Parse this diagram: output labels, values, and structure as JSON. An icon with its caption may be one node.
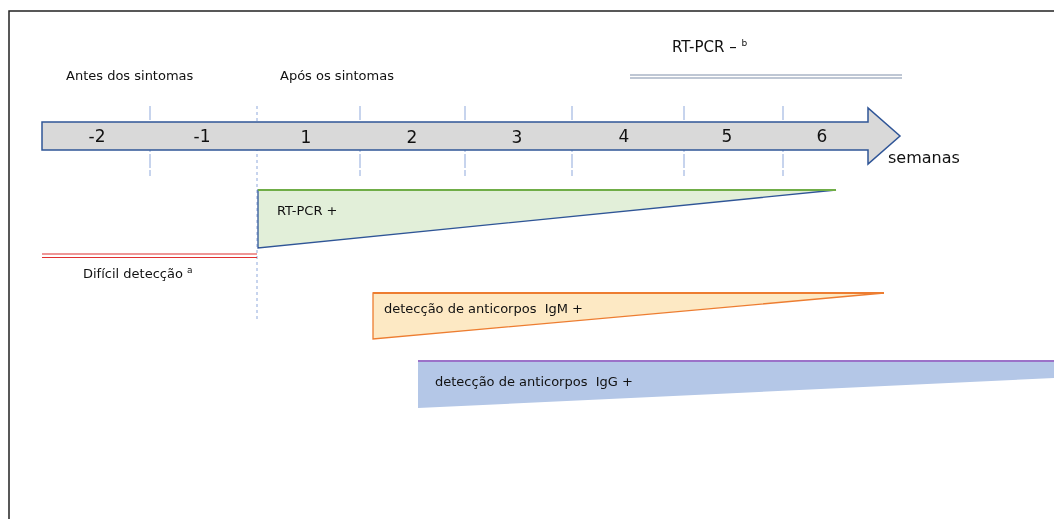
{
  "diagram": {
    "nodes": [
      {
        "text": [
          "RT-PCR +"
        ]
      },
      {
        "text": [
          "detecção de anticorpos  IgM +"
        ]
      },
      {
        "text": [
          "detecção de anticorpos  IgG +"
        ]
      }
    ],
    "labels": [
      "RT-PCR – $^{b}$",
      "Antes dos sintomas",
      "Após os sintomas",
      "-2",
      "-1",
      "1",
      "2",
      "3",
      "4",
      "5",
      "6",
      "semanas",
      "Difícil detecção $^{a}$"
    ]
  }
}
